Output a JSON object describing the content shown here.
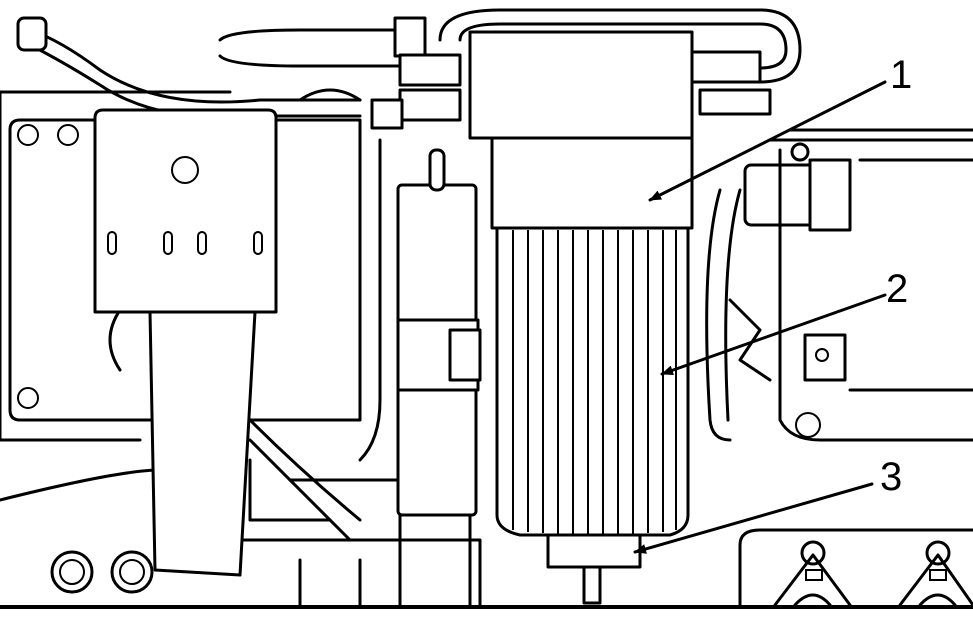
{
  "callouts": [
    {
      "id": 1,
      "label": "1"
    },
    {
      "id": 2,
      "label": "2"
    },
    {
      "id": 3,
      "label": "3"
    }
  ]
}
